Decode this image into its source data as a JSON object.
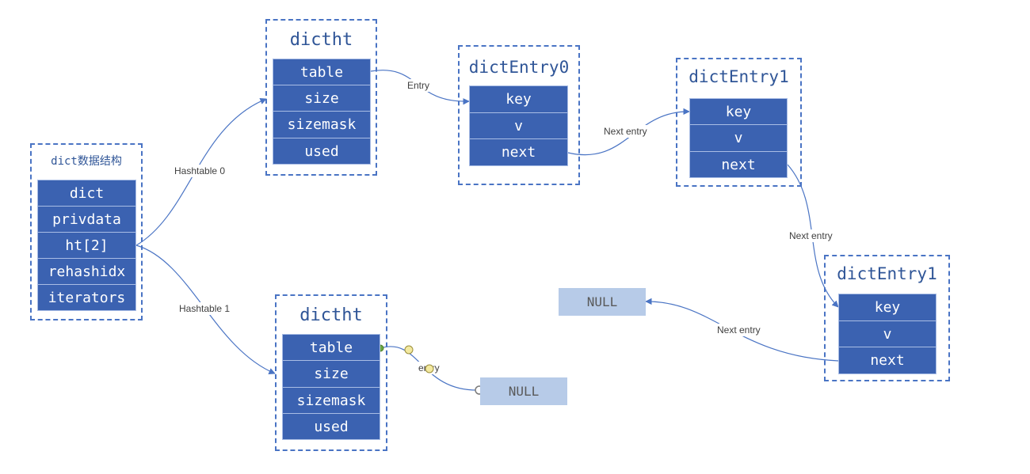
{
  "dict": {
    "title": "dict数据结构",
    "fields": [
      "dict",
      "privdata",
      "ht[2]",
      "rehashidx",
      "iterators"
    ]
  },
  "dictht0": {
    "title": "dictht",
    "fields": [
      "table",
      "size",
      "sizemask",
      "used"
    ]
  },
  "dictht1": {
    "title": "dictht",
    "fields": [
      "table",
      "size",
      "sizemask",
      "used"
    ]
  },
  "entry0": {
    "title": "dictEntry0",
    "fields": [
      "key",
      "v",
      "next"
    ]
  },
  "entry1a": {
    "title": "dictEntry1",
    "fields": [
      "key",
      "v",
      "next"
    ]
  },
  "entry1b": {
    "title": "dictEntry1",
    "fields": [
      "key",
      "v",
      "next"
    ]
  },
  "null_nodes": {
    "upper": "NULL",
    "lower": "NULL"
  },
  "edges": {
    "hashtable0": "Hashtable 0",
    "hashtable1": "Hashtable 1",
    "entry": "Entry",
    "entry_lower": "entry",
    "next_entry_1": "Next entry",
    "next_entry_2": "Next entry",
    "next_entry_3": "Next entry"
  },
  "colors": {
    "cell_fill": "#3b62b1",
    "dashed_border": "#4a74c4",
    "null_fill": "#b7cbe8",
    "edge": "#4a74c4"
  }
}
